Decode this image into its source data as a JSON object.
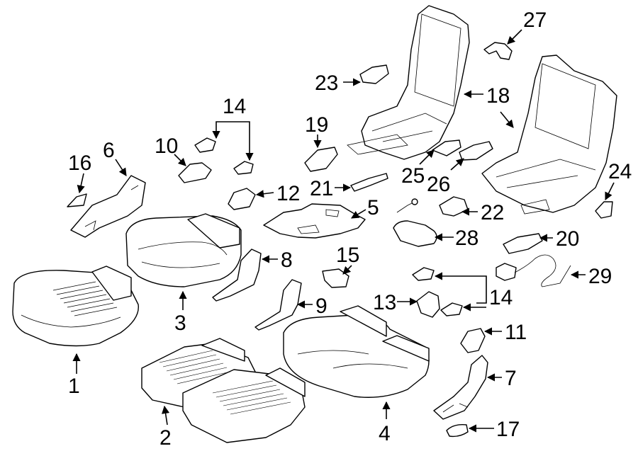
{
  "callouts": {
    "c1": "1",
    "c2": "2",
    "c3": "3",
    "c4": "4",
    "c5": "5",
    "c6": "6",
    "c7": "7",
    "c8": "8",
    "c9": "9",
    "c10": "10",
    "c11": "11",
    "c12": "12",
    "c13": "13",
    "c14a": "14",
    "c14b": "14",
    "c15": "15",
    "c16": "16",
    "c17": "17",
    "c18": "18",
    "c19": "19",
    "c20": "20",
    "c21": "21",
    "c22": "22",
    "c23": "23",
    "c24": "24",
    "c25": "25",
    "c26": "26",
    "c27": "27",
    "c28": "28",
    "c29": "29"
  }
}
